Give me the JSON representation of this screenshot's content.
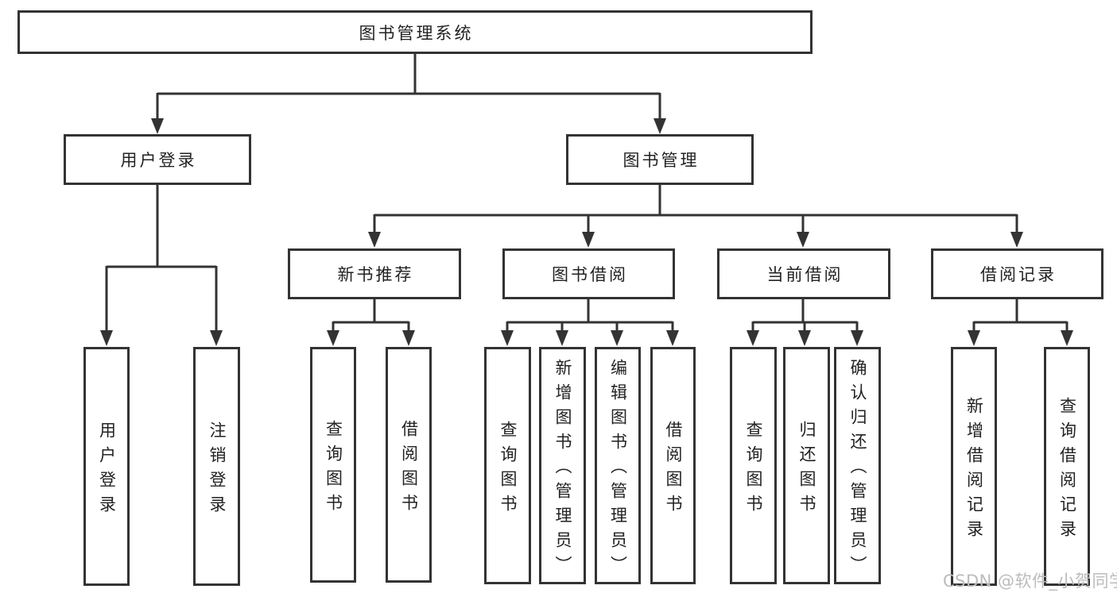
{
  "diagram_type": "tree",
  "tree": {
    "root": {
      "label": "图书管理系统",
      "children": [
        {
          "label": "用户登录",
          "children": [
            {
              "label": "用户登录"
            },
            {
              "label": "注销登录"
            }
          ]
        },
        {
          "label": "图书管理",
          "children": [
            {
              "label": "新书推荐",
              "children": [
                {
                  "label": "查询图书"
                },
                {
                  "label": "借阅图书"
                }
              ]
            },
            {
              "label": "图书借阅",
              "children": [
                {
                  "label": "查询图书"
                },
                {
                  "label": "新增图书（管理员）"
                },
                {
                  "label": "编辑图书（管理员）"
                },
                {
                  "label": "借阅图书"
                }
              ]
            },
            {
              "label": "当前借阅",
              "children": [
                {
                  "label": "查询图书"
                },
                {
                  "label": "归还图书"
                },
                {
                  "label": "确认归还（管理员）"
                }
              ]
            },
            {
              "label": "借阅记录",
              "children": [
                {
                  "label": "新增借阅记录"
                },
                {
                  "label": "查询借阅记录"
                }
              ]
            }
          ]
        }
      ]
    }
  },
  "watermark": {
    "text": "CSDN @软件_小贺同学",
    "color": "#bcbcbc"
  },
  "colors": {
    "line": "#333333",
    "box_border": "#333333",
    "box_fill": "#ffffff",
    "text": "#222222",
    "background": "#ffffff"
  }
}
